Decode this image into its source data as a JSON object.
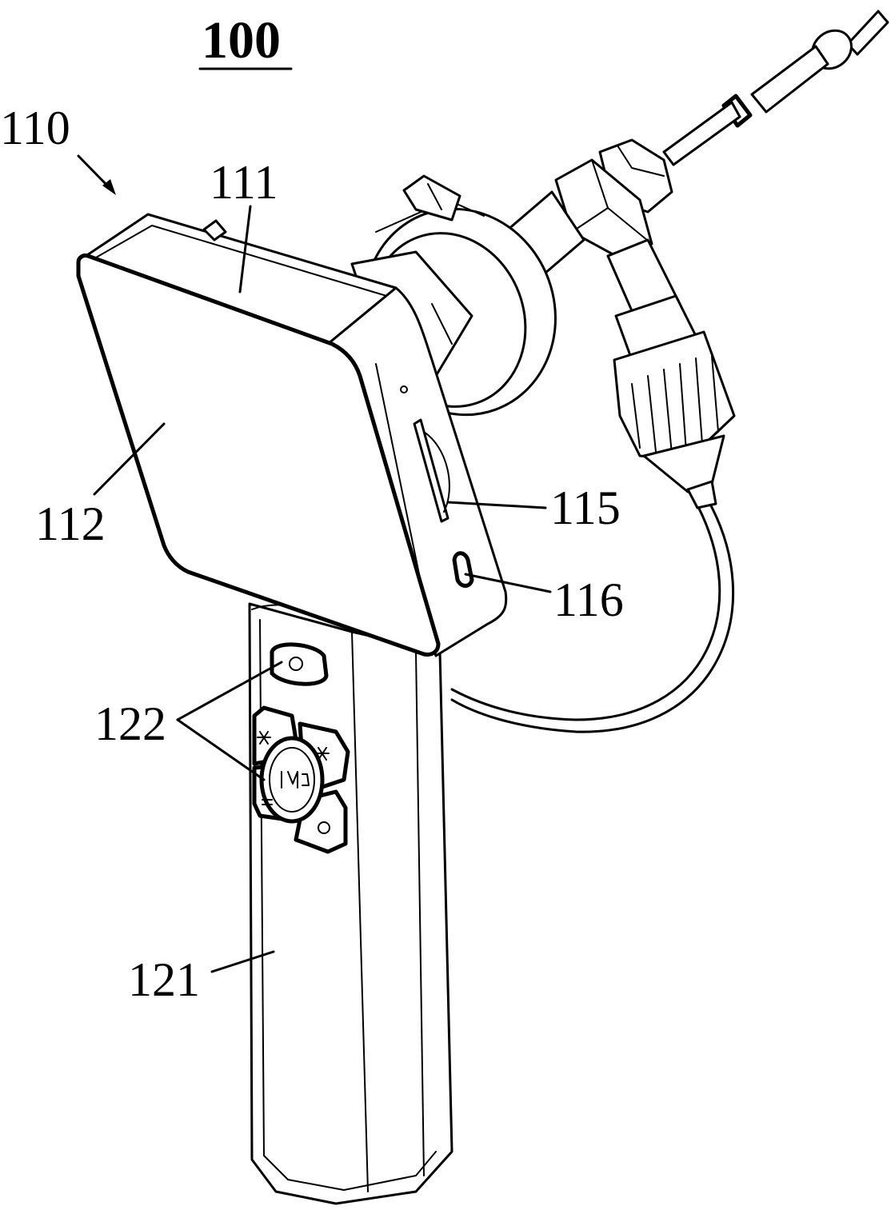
{
  "figure": {
    "title": "100",
    "labels": {
      "device": "110",
      "screen_housing": "111",
      "screen": "112",
      "slot": "115",
      "port": "116",
      "buttons": "122",
      "handle": "121"
    }
  }
}
